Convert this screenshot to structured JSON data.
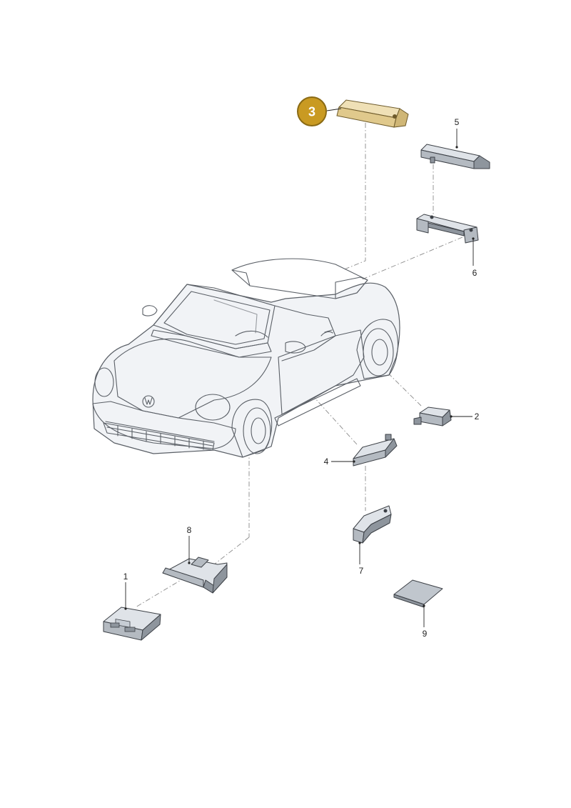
{
  "callouts": [
    {
      "id": "1",
      "label": "1"
    },
    {
      "id": "2",
      "label": "2"
    },
    {
      "id": "3",
      "label": "3",
      "highlighted": true
    },
    {
      "id": "4",
      "label": "4"
    },
    {
      "id": "5",
      "label": "5"
    },
    {
      "id": "6",
      "label": "6"
    },
    {
      "id": "7",
      "label": "7"
    },
    {
      "id": "8",
      "label": "8"
    },
    {
      "id": "9",
      "label": "9"
    }
  ],
  "colors": {
    "highlight_badge": "#c99a22",
    "highlight_badge_border": "#8a6a14",
    "highlight_part": "#e6d2a0",
    "part_fill": "#dfe3e8",
    "line": "#222222"
  },
  "icons": {
    "vehicle": "convertible-car-illustration",
    "brand_emblem": "vw-emblem-icon"
  }
}
